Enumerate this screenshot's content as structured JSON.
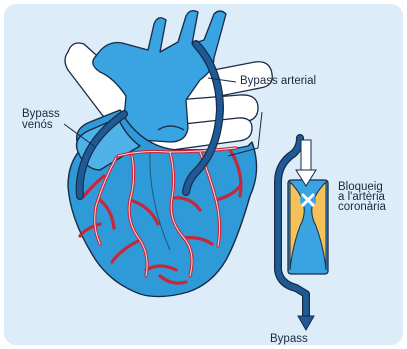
{
  "colors": {
    "panel": "#dcecf8",
    "heart": "#2f9ad8",
    "heart_dark": "#1b6fb3",
    "aorta": "#3aa3e2",
    "outline": "#1a2a44",
    "graft": "#1e5b96",
    "coronary": "#c7263b",
    "plaque": "#f5c15a",
    "white": "#ffffff"
  },
  "labels": {
    "venous_bypass": [
      "Bypass",
      "venós"
    ],
    "arterial_bypass": "Bypass arterial",
    "blockage": [
      "Bloqueig",
      "a l'artèria",
      "coronària"
    ],
    "bypass_bottom": "Bypass"
  },
  "icons": {
    "blockage_marker": "x-mark-icon",
    "flow_arrow": "arrow-down-icon"
  }
}
